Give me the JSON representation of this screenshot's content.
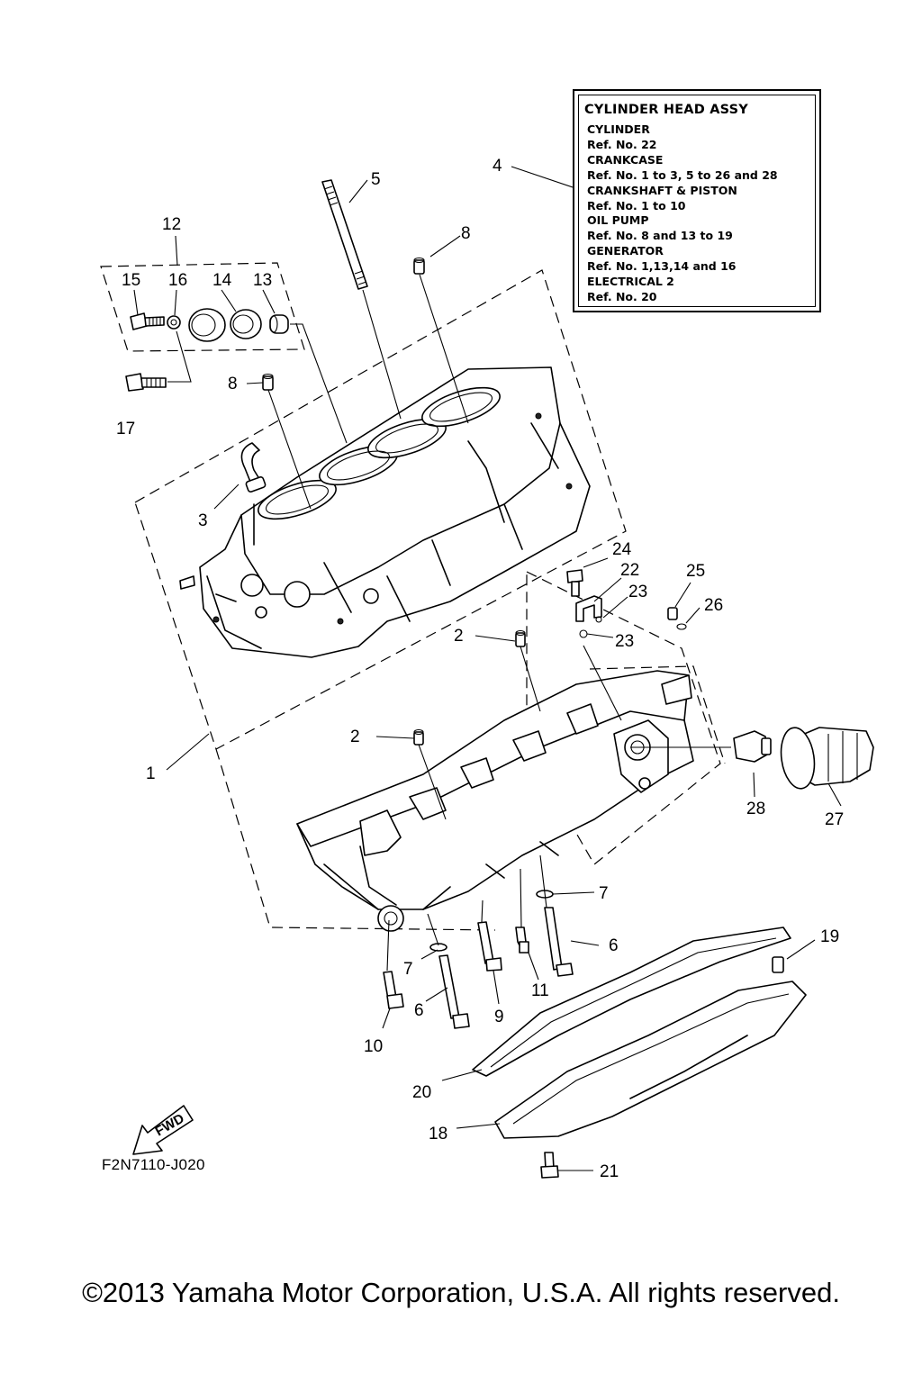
{
  "legend": {
    "title": "CYLINDER HEAD ASSY",
    "entries": [
      {
        "name": "CYLINDER",
        "ref": "Ref. No. 22"
      },
      {
        "name": "CRANKCASE",
        "ref": "Ref. No. 1 to 3, 5 to 26 and 28"
      },
      {
        "name": "CRANKSHAFT & PISTON",
        "ref": "Ref. No. 1 to 10"
      },
      {
        "name": "OIL PUMP",
        "ref": "Ref. No. 8 and 13 to 19"
      },
      {
        "name": "GENERATOR",
        "ref": "Ref. No. 1,13,14 and 16"
      },
      {
        "name": "ELECTRICAL 2",
        "ref": "Ref. No. 20"
      }
    ]
  },
  "callouts": {
    "c1": "1",
    "c2a": "2",
    "c2b": "2",
    "c3": "3",
    "c4": "4",
    "c5": "5",
    "c6a": "6",
    "c6b": "6",
    "c7a": "7",
    "c7b": "7",
    "c8a": "8",
    "c8b": "8",
    "c9": "9",
    "c10": "10",
    "c11": "11",
    "c12": "12",
    "c13": "13",
    "c14": "14",
    "c15": "15",
    "c16": "16",
    "c17": "17",
    "c18": "18",
    "c19": "19",
    "c20": "20",
    "c21": "21",
    "c22": "22",
    "c23a": "23",
    "c23b": "23",
    "c24": "24",
    "c25": "25",
    "c26": "26",
    "c27": "27",
    "c28": "28"
  },
  "fwd_label": "FWD",
  "figure_code": "F2N7110-J020",
  "copyright": "©2013 Yamaha Motor Corporation, U.S.A. All rights reserved."
}
